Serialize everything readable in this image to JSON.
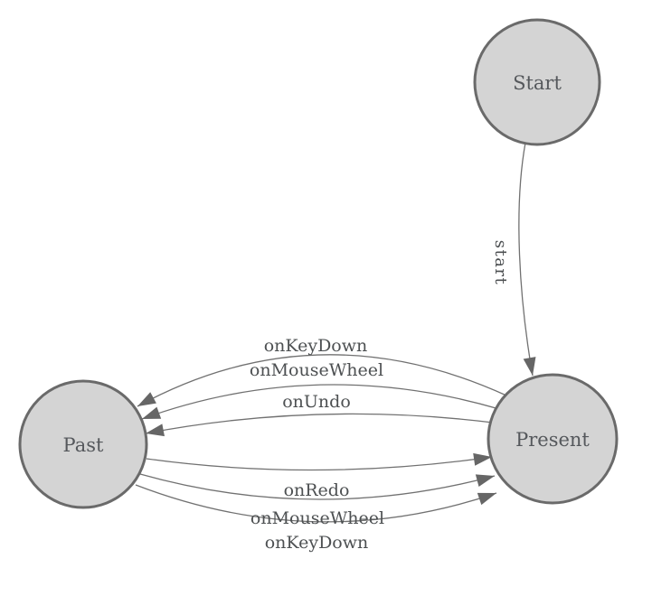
{
  "diagram": {
    "nodes": {
      "start": {
        "label": "Start"
      },
      "past": {
        "label": "Past"
      },
      "present": {
        "label": "Present"
      }
    },
    "edges": {
      "start_to_present": {
        "label": "start"
      },
      "present_to_past": [
        {
          "label": "onKeyDown"
        },
        {
          "label": "onMouseWheel"
        },
        {
          "label": "onUndo"
        }
      ],
      "past_to_present": [
        {
          "label": "onRedo"
        },
        {
          "label": "onMouseWheel"
        },
        {
          "label": "onKeyDown"
        }
      ]
    },
    "colors": {
      "background": "#ffffff",
      "node_fill": "#d4d4d4",
      "node_stroke": "#6a6a6a",
      "edge_stroke": "#717171",
      "arrow_fill": "#666666",
      "node_text": "#55585c",
      "edge_text": "#4d5052"
    }
  }
}
